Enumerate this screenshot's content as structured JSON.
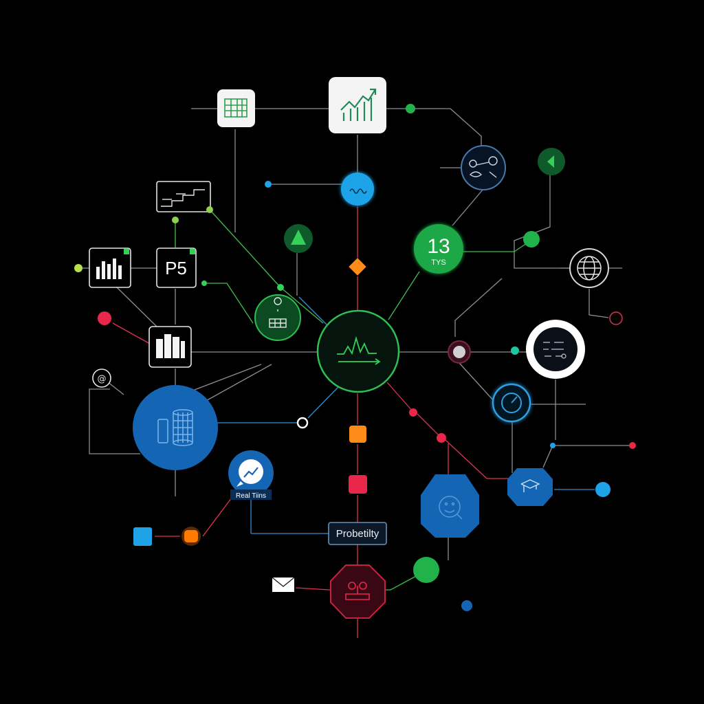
{
  "colors": {
    "background": "#000000",
    "line_gray": "#8a8f96",
    "line_green": "#3fbf4a",
    "line_red": "#e0334f",
    "line_blue": "#2f8fd6",
    "green": "#22b24c",
    "blue": "#1565b5",
    "cyan": "#1fa3e8",
    "red": "#e8274b",
    "orange": "#ff7a00",
    "white": "#f4f4f4"
  },
  "labels": {
    "counter_number": "13",
    "counter_unit": "TYS",
    "p5_tile": "P5",
    "probability_box": "Probetilty",
    "realtime_caption": "Real Tiins"
  },
  "icons": {
    "top_left_tile": "grid-table-icon",
    "top_center_tile": "trend-chart-icon",
    "left_bar_tile": "bar-chart-icon",
    "building_tile": "buildings-icon",
    "database_node": "database-icon",
    "central_hub": "waveform-icon",
    "right_eye_node": "eye-sketch-icon",
    "gauge_node": "gauge-icon",
    "globe_node": "globe-icon",
    "mail_node": "mail-icon",
    "people_octagon": "people-icon",
    "face_hexagon": "face-icon"
  }
}
